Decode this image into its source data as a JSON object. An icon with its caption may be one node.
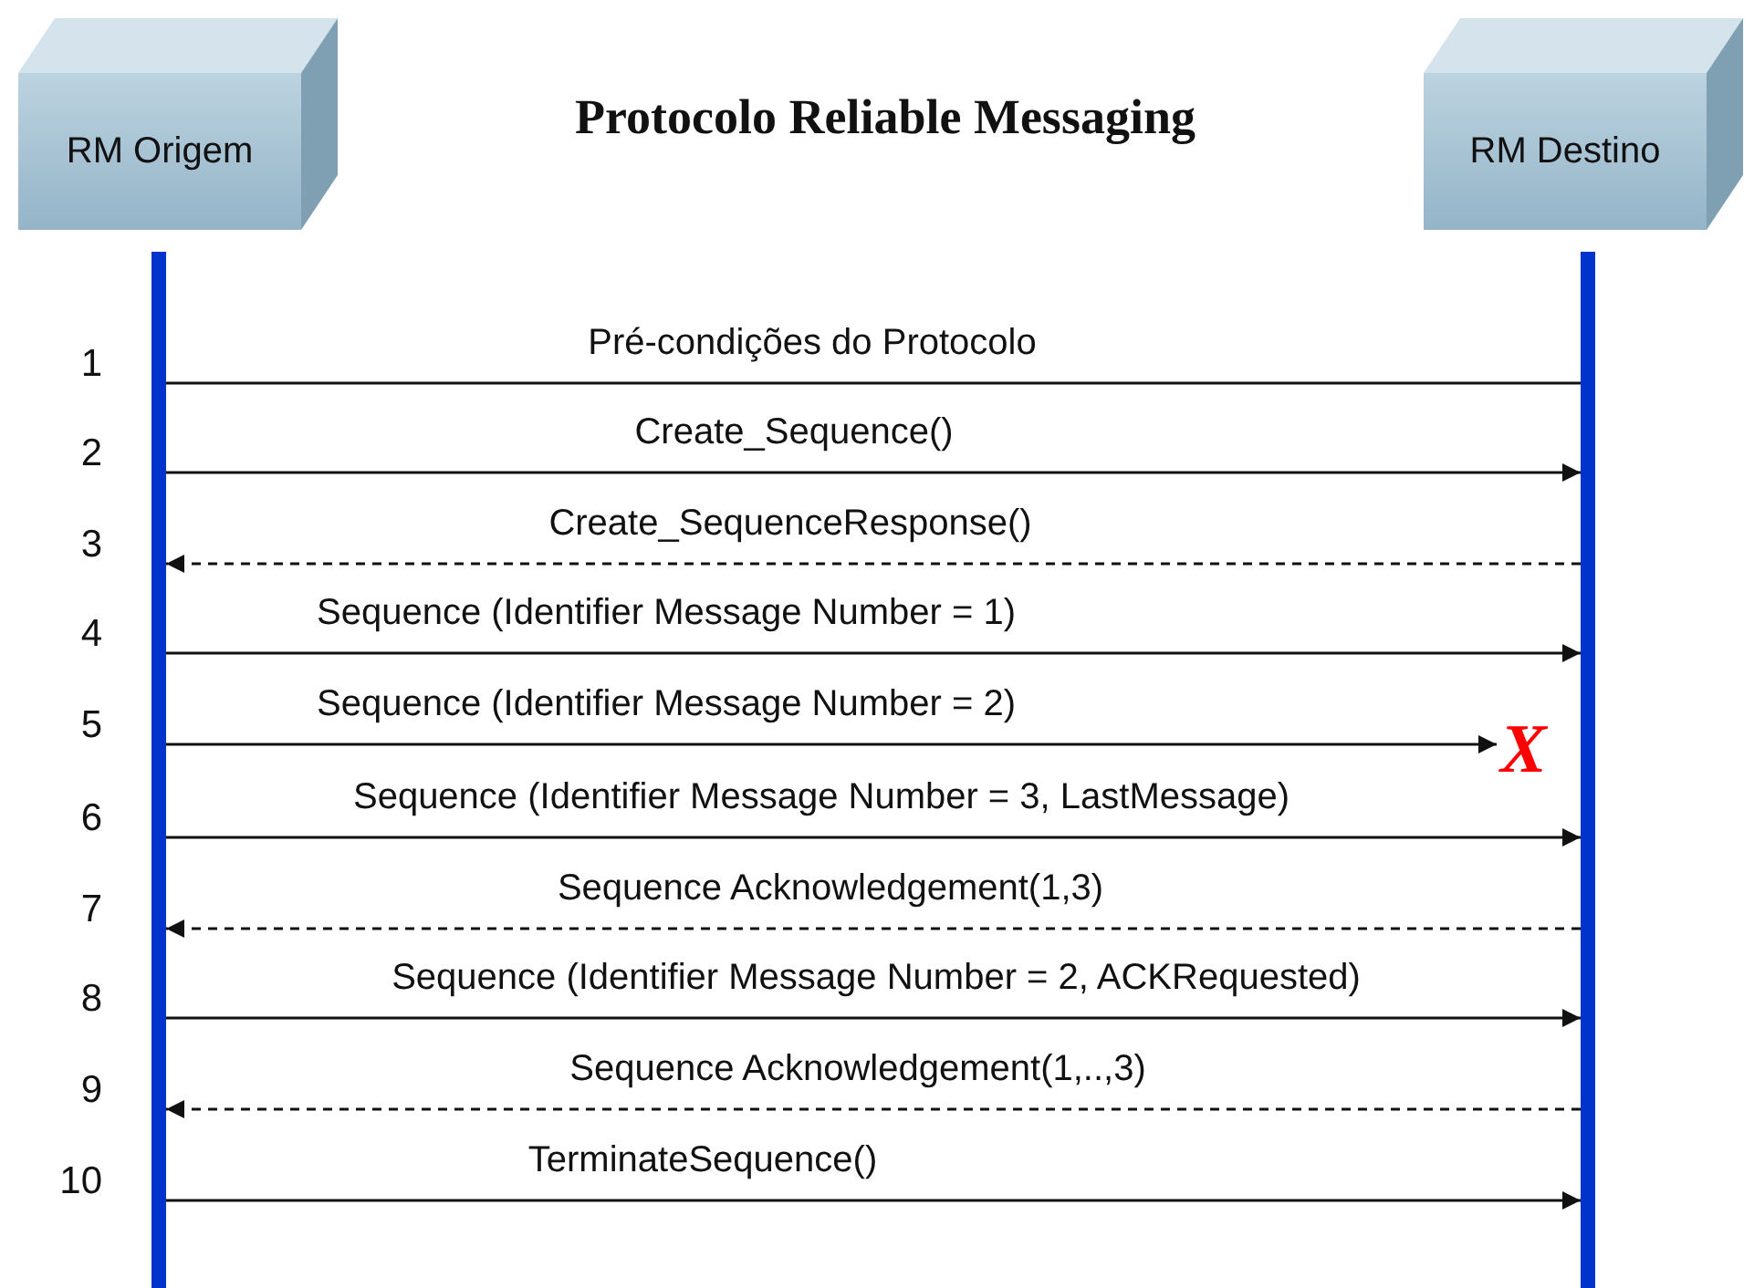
{
  "diagram": {
    "title": "Protocolo Reliable Messaging",
    "nodes": [
      {
        "text": [
          "RM Origem"
        ]
      },
      {
        "text": [
          "RM Destino"
        ]
      },
      {
        "text": [],
        "shape": "bar"
      },
      {
        "text": [],
        "shape": "bar"
      },
      {
        "text": [
          "X"
        ]
      }
    ],
    "edges": [
      {
        "from": 2,
        "to": 3,
        "arrow": "none",
        "label": "Pré-condições do Protocolo"
      },
      {
        "from": 2,
        "to": 3,
        "arrow": "to",
        "label": "Create_Sequence()"
      },
      {
        "from": 3,
        "to": 2,
        "arrow": "to",
        "style": "dashed",
        "label": "Create_SequenceResponse()"
      },
      {
        "from": 2,
        "to": 3,
        "arrow": "to",
        "label": "Sequence (Identifier Message Number = 1)"
      },
      {
        "from": 2,
        "to": 4,
        "arrow": "to",
        "label": "Sequence (Identifier Message Number = 2)"
      },
      {
        "from": 2,
        "to": 3,
        "arrow": "to",
        "label": "Sequence (Identifier Message Number = 3, LastMessage)"
      },
      {
        "from": 3,
        "to": 2,
        "arrow": "to",
        "style": "dashed",
        "label": "Sequence Acknowledgement(1,3)"
      },
      {
        "from": 2,
        "to": 3,
        "arrow": "to",
        "label": "Sequence (Identifier Message Number = 2, ACKRequested)"
      },
      {
        "from": 3,
        "to": 2,
        "arrow": "to",
        "style": "dashed",
        "label": "Sequence Acknowledgement(1,..,3)"
      },
      {
        "from": 2,
        "to": 3,
        "arrow": "to",
        "label": "TerminateSequence()"
      }
    ],
    "labels": [
      "1",
      "2",
      "3",
      "4",
      "5",
      "6",
      "7",
      "8",
      "9",
      "10"
    ]
  }
}
